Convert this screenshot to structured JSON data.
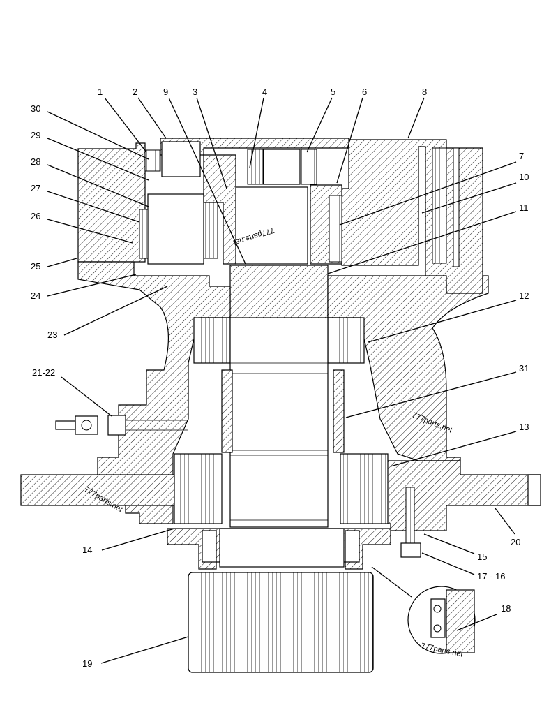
{
  "callouts": [
    {
      "id": "1",
      "label": "1"
    },
    {
      "id": "2",
      "label": "2"
    },
    {
      "id": "9",
      "label": "9"
    },
    {
      "id": "3",
      "label": "3"
    },
    {
      "id": "4",
      "label": "4"
    },
    {
      "id": "5",
      "label": "5"
    },
    {
      "id": "6",
      "label": "6"
    },
    {
      "id": "8",
      "label": "8"
    },
    {
      "id": "30",
      "label": "30"
    },
    {
      "id": "29",
      "label": "29"
    },
    {
      "id": "28",
      "label": "28"
    },
    {
      "id": "27",
      "label": "27"
    },
    {
      "id": "26",
      "label": "26"
    },
    {
      "id": "25",
      "label": "25"
    },
    {
      "id": "24",
      "label": "24"
    },
    {
      "id": "23",
      "label": "23"
    },
    {
      "id": "7",
      "label": "7"
    },
    {
      "id": "10",
      "label": "10"
    },
    {
      "id": "11",
      "label": "11"
    },
    {
      "id": "12",
      "label": "12"
    },
    {
      "id": "31",
      "label": "31"
    },
    {
      "id": "13",
      "label": "13"
    },
    {
      "id": "21-22",
      "label": "21-22"
    },
    {
      "id": "14",
      "label": "14"
    },
    {
      "id": "20",
      "label": "20"
    },
    {
      "id": "15",
      "label": "15"
    },
    {
      "id": "17-16",
      "label": "17 - 16"
    },
    {
      "id": "18",
      "label": "18"
    },
    {
      "id": "19",
      "label": "19"
    }
  ],
  "watermarks": [
    {
      "text": "777parts.net"
    },
    {
      "text": "777parts.net"
    },
    {
      "text": "777parts.net"
    },
    {
      "text": "777parts.net"
    }
  ],
  "colors": {
    "ink": "#000000",
    "paper": "#ffffff"
  }
}
